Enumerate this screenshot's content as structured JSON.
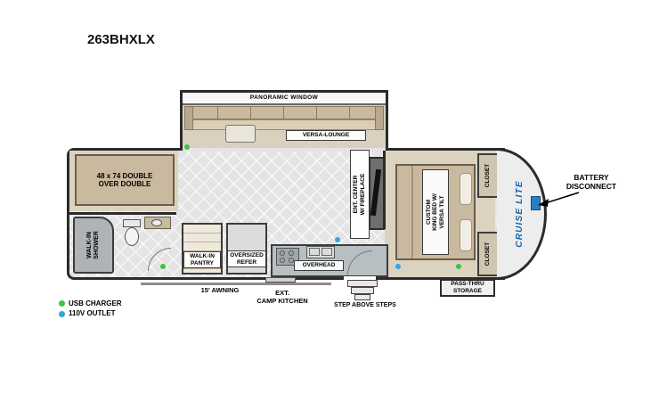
{
  "title": "263BHXLX",
  "colors": {
    "brand_blue": "#1566ad",
    "usb_green": "#3ec24d",
    "outlet_blue": "#2aa9e0"
  },
  "labels": {
    "panoramic_window": "PANORAMIC WINDOW",
    "versa_lounge": "VERSA-LOUNGE",
    "bunk_bed": "48 x 74 DOUBLE\nOVER DOUBLE",
    "walk_in_shower": "WALK-IN\nSHOWER",
    "walk_in_pantry": "WALK-IN\nPANTRY",
    "oversized_refer": "OVERSIZED\nREFER",
    "overhead": "OVERHEAD",
    "ent_center": "ENT. CENTER\nW/ FIREPLACE",
    "king_bed": "CUSTOM\nKING BED W/\nVERSA TILT",
    "closet_top": "CLOSET",
    "closet_bottom": "CLOSET",
    "brand": "CRUISE LITE",
    "battery_disconnect": "BATTERY\nDISCONNECT",
    "pass_thru_storage": "PASS-THRU\nSTORAGE",
    "awning": "15' AWNING",
    "ext_camp_kitchen": "EXT.\nCAMP KITCHEN",
    "steps": "STEP ABOVE STEPS",
    "legend_usb": "USB CHARGER",
    "legend_outlet": "110V OUTLET"
  }
}
